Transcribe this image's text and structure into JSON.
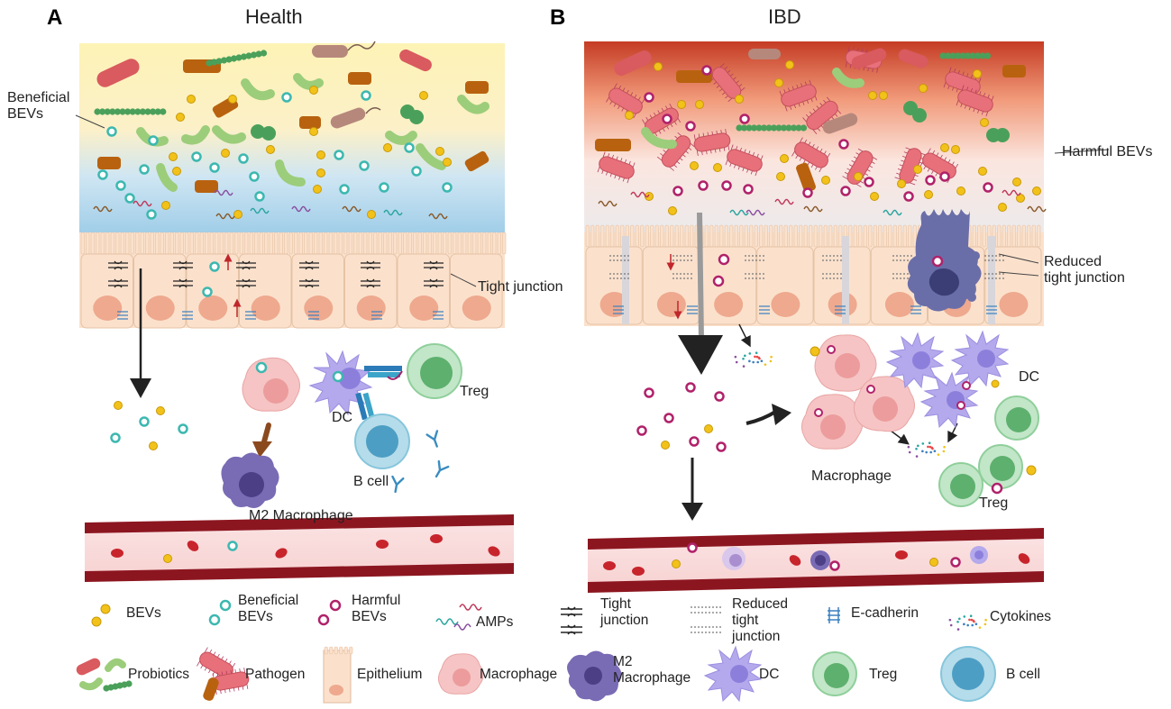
{
  "panel_a": {
    "letter": "A",
    "title": "Health"
  },
  "panel_b": {
    "letter": "B",
    "title": "IBD"
  },
  "annotations": {
    "beneficial_bevs_line1": "Beneficial",
    "beneficial_bevs_line2": "BEVs",
    "tight_junction": "Tight junction",
    "dc_a": "DC",
    "treg_a": "Treg",
    "b_cell_a": "B cell",
    "m2_macrophage_a": "M2 Macrophage",
    "harmful_bevs": "Harmful  BEVs",
    "reduced_tj_line1": "Reduced",
    "reduced_tj_line2": "tight junction",
    "dc_b": "DC",
    "macrophage_b": "Macrophage",
    "treg_b": "Treg"
  },
  "legend": {
    "bevs": "BEVs",
    "beneficial_line1": "Beneficial",
    "beneficial_line2": "BEVs",
    "harmful_line1": "Harmful",
    "harmful_line2": "BEVs",
    "amps": "AMPs",
    "tight_line1": "Tight",
    "tight_line2": "junction",
    "reduced_line1": "Reduced",
    "reduced_line2": "tight",
    "reduced_line3": "junction",
    "ecadherin": "E-cadherin",
    "cytokines": "Cytokines",
    "probiotics": "Probiotics",
    "pathogen": "Pathogen",
    "epithelium": "Epithelium",
    "macrophage": "Macrophage",
    "m2_line1": "M2",
    "m2_line2": "Macrophage",
    "dc": "DC",
    "treg": "Treg",
    "b_cell": "B cell"
  },
  "colors": {
    "bev_yellow": "#f2c21a",
    "beneficial_teal": "#3cb8b0",
    "harmful_magenta": "#b0226a",
    "epithelium": "#fbe1cc",
    "nucleus": "#eea98e",
    "vessel": "#8c1620",
    "lumen_health": "#fdf1b8",
    "lumen_ibd": "#c9412a",
    "treg": "#8fcf9b",
    "b_cell": "#86c6dc",
    "dc": "#b4a9ec",
    "m2": "#7a6bb5",
    "macrophage": "#f6c4c4"
  }
}
